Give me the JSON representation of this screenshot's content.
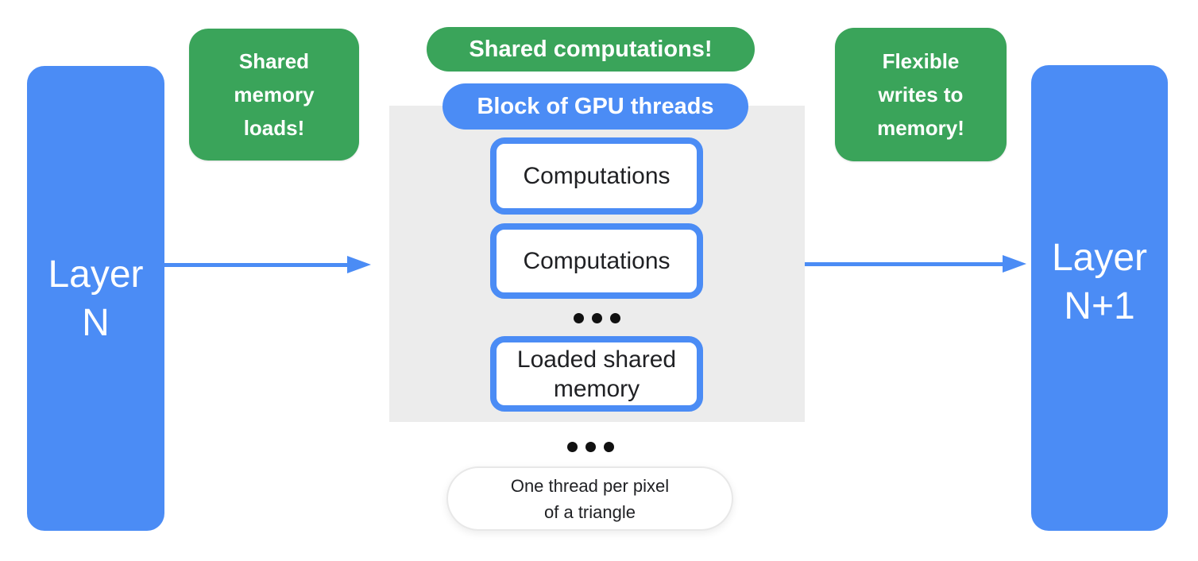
{
  "palette": {
    "blue": "#4B8CF5",
    "green": "#3AA45A",
    "panel_gray": "#ECECEC",
    "text_dark": "#202124"
  },
  "layers": {
    "left": {
      "lines": [
        "Layer",
        "N"
      ]
    },
    "right": {
      "lines": [
        "Layer",
        "N+1"
      ]
    }
  },
  "callouts": {
    "shared_memory_loads": {
      "lines": [
        "Shared",
        "memory",
        "loads!"
      ]
    },
    "shared_computations": {
      "label": "Shared computations!"
    },
    "flexible_writes": {
      "lines": [
        "Flexible",
        "writes to",
        "memory!"
      ]
    }
  },
  "gpu_block": {
    "title": "Block of GPU threads",
    "boxes": [
      {
        "lines": [
          "Computations"
        ]
      },
      {
        "lines": [
          "Computations"
        ]
      },
      {
        "lines": [
          "Loaded shared",
          "memory"
        ]
      }
    ]
  },
  "note": {
    "lines": [
      "One thread per pixel",
      "of a triangle"
    ]
  }
}
